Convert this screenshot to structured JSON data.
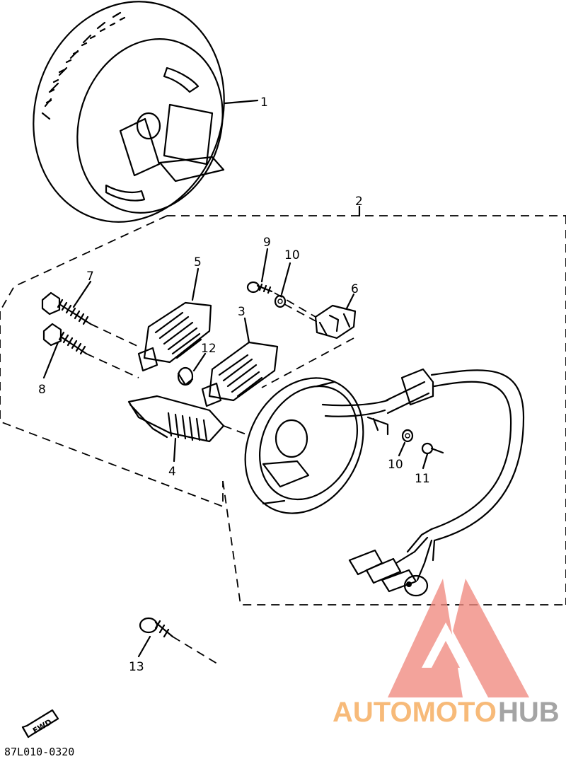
{
  "parts": [
    {
      "ref": "1"
    },
    {
      "ref": "2"
    },
    {
      "ref": "3"
    },
    {
      "ref": "4"
    },
    {
      "ref": "5"
    },
    {
      "ref": "6"
    },
    {
      "ref": "7"
    },
    {
      "ref": "8"
    },
    {
      "ref": "9"
    },
    {
      "ref": "10"
    },
    {
      "ref": "10"
    },
    {
      "ref": "11"
    },
    {
      "ref": "12"
    },
    {
      "ref": "13"
    }
  ],
  "direction_tag": "FWD",
  "drawing_code": "87L010-0320",
  "watermark": {
    "text_a": "AUTOMOTO",
    "text_b": "HUB",
    "color_a": "#f7b36b",
    "color_b": "#9b9b9b",
    "logo_color": "#f08a80"
  }
}
